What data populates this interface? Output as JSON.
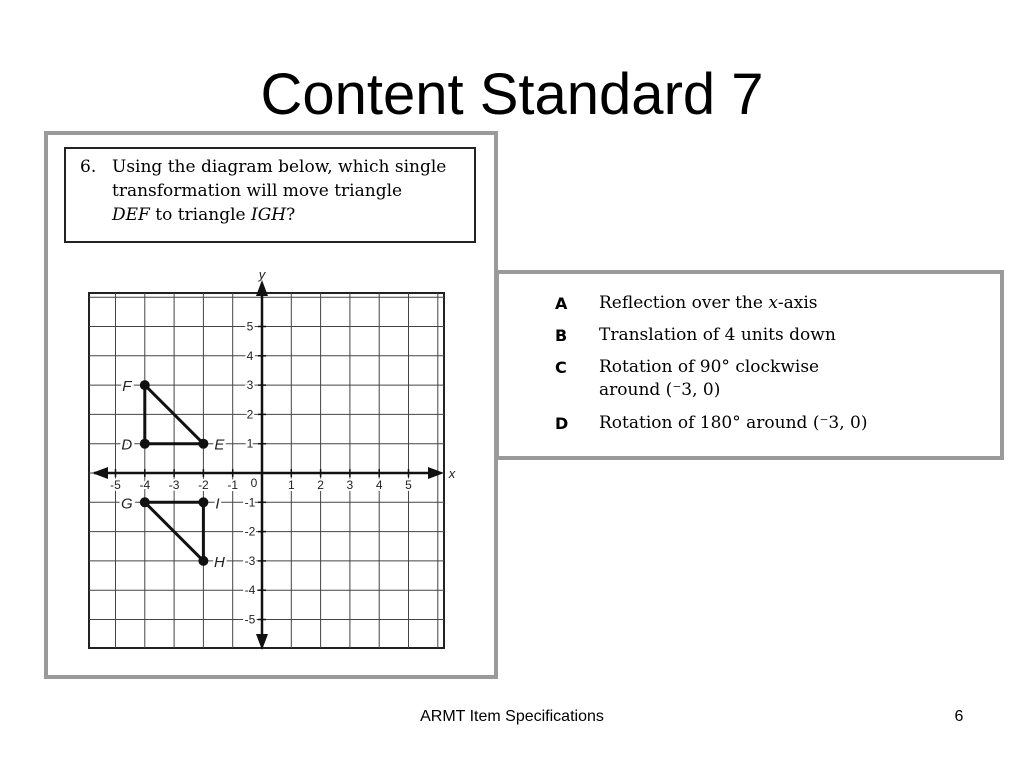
{
  "slide": {
    "title": "Content Standard 7"
  },
  "question": {
    "number": "6.",
    "line1": "Using the diagram below, which single",
    "line2": "transformation will move triangle",
    "line3_italic1": "DEF",
    "line3_text": " to triangle ",
    "line3_italic2": "IGH",
    "line3_end": "?"
  },
  "graph": {
    "x_axis_label": "x",
    "y_axis_label": "y",
    "origin_label": "0",
    "x_ticks": [
      "-5",
      "-4",
      "-3",
      "-2",
      "-1",
      "1",
      "2",
      "3",
      "4",
      "5"
    ],
    "y_ticks": [
      "5",
      "4",
      "3",
      "2",
      "1",
      "-1",
      "-2",
      "-3",
      "-4",
      "-5"
    ],
    "range": [
      -6,
      6
    ],
    "grid": true,
    "triangle_def": [
      {
        "label": "D",
        "x": -4,
        "y": 1
      },
      {
        "label": "E",
        "x": -2,
        "y": 1
      },
      {
        "label": "F",
        "x": -4,
        "y": 3
      }
    ],
    "triangle_igh": [
      {
        "label": "G",
        "x": -4,
        "y": -1
      },
      {
        "label": "I",
        "x": -2,
        "y": -1
      },
      {
        "label": "H",
        "x": -2,
        "y": -3
      }
    ]
  },
  "choices": [
    {
      "letter": "A",
      "pre": "Reflection over the ",
      "italic": "x",
      "post": "-axis",
      "line2": ""
    },
    {
      "letter": "B",
      "pre": "Translation of 4 units down",
      "italic": "",
      "post": "",
      "line2": ""
    },
    {
      "letter": "C",
      "pre": "Rotation of 90° clockwise",
      "italic": "",
      "post": "",
      "line2": "around (⁻3, 0)"
    },
    {
      "letter": "D",
      "pre": "Rotation of 180° around (⁻3, 0)",
      "italic": "",
      "post": "",
      "line2": ""
    }
  ],
  "footer": {
    "center": "ARMT Item Specifications",
    "page": "6"
  }
}
